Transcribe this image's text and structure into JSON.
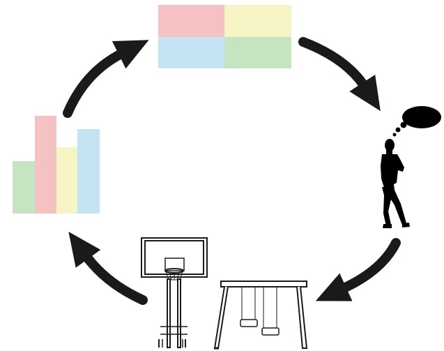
{
  "diagram": {
    "type": "cycle",
    "stages": [
      {
        "id": "grid",
        "icon": "color-grid-icon"
      },
      {
        "id": "thinking",
        "icon": "thinking-person-icon"
      },
      {
        "id": "playground",
        "icon": "playground-equipment-icon"
      },
      {
        "id": "bars",
        "icon": "bar-chart-icon"
      }
    ],
    "flow": [
      "grid",
      "thinking",
      "playground",
      "bars",
      "grid"
    ]
  },
  "colors": {
    "pink": "#f4c2c2",
    "yellow": "#f6f3c4",
    "blue": "#c4e4f4",
    "green": "#c6e3c2",
    "ink": "#1a1a1a"
  }
}
